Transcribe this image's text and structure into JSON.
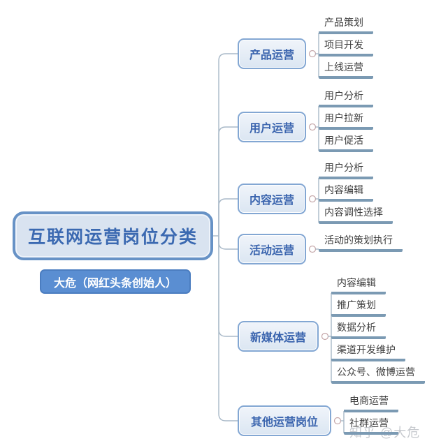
{
  "title": {
    "text": "互联网运营岗位分类"
  },
  "author": {
    "text": "大危（网红头条创始人）"
  },
  "watermark": {
    "text": "知乎 @大危"
  },
  "colors": {
    "central_fill": "#d9e3f0",
    "central_border": "#6792c6",
    "central_text": "#3b69b1",
    "author_pill_fill": "#5a8ed2",
    "author_pill_border": "#4b7dc0",
    "branch_fill": "#e5edf6",
    "branch_border": "#83a7d3",
    "branch_text": "#3a64ae",
    "leaf_bar": "#7b9ab3",
    "leaf_text": "#3f3f3f",
    "connector_line": "#a9b9c8",
    "toggle_ring": "#c4a6a8",
    "watermark_gray": "#c6c9ce"
  },
  "mindmap": {
    "branches": [
      {
        "label": "产品运营",
        "children": [
          "产品策划",
          "项目开发",
          "上线运营"
        ]
      },
      {
        "label": "用户运营",
        "children": [
          "用户分析",
          "用户拉新",
          "用户促活"
        ]
      },
      {
        "label": "内容运营",
        "children": [
          "用户分析",
          "内容编辑",
          "内容调性选择"
        ]
      },
      {
        "label": "活动运营",
        "children": [
          "活动的策划执行"
        ]
      },
      {
        "label": "新媒体运营",
        "children": [
          "内容编辑",
          "推广策划",
          "数据分析",
          "渠道开发维护",
          "公众号、微博运营"
        ]
      },
      {
        "label": "其他运营岗位",
        "children": [
          "电商运营",
          "社群运营"
        ]
      }
    ]
  }
}
